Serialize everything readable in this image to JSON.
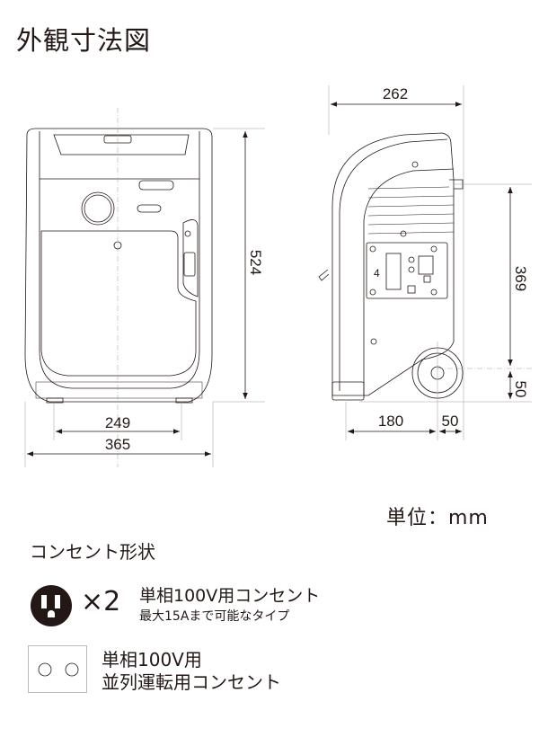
{
  "title": "外観寸法図",
  "unit_label": "単位：mm",
  "front_view": {
    "dimensions": {
      "height": "524",
      "foot_span": "249",
      "width": "365"
    }
  },
  "side_view": {
    "dimensions": {
      "depth": "262",
      "axle_to_top": "369",
      "axle_height": "50",
      "foot_to_axle": "180",
      "axle_to_rear": "50"
    }
  },
  "outlets": {
    "heading": "コンセント形状",
    "items": [
      {
        "icon": "household-outlet-icon",
        "quantity": "×2",
        "line1": "単相100V用コンセント",
        "line2": "最大15Aまで可能なタイプ"
      },
      {
        "icon": "parallel-outlet-icon",
        "line1": "単相100V用",
        "line2": "並列運転用コンセント"
      }
    ]
  },
  "colors": {
    "line": "#231815",
    "thin": "#888888"
  }
}
